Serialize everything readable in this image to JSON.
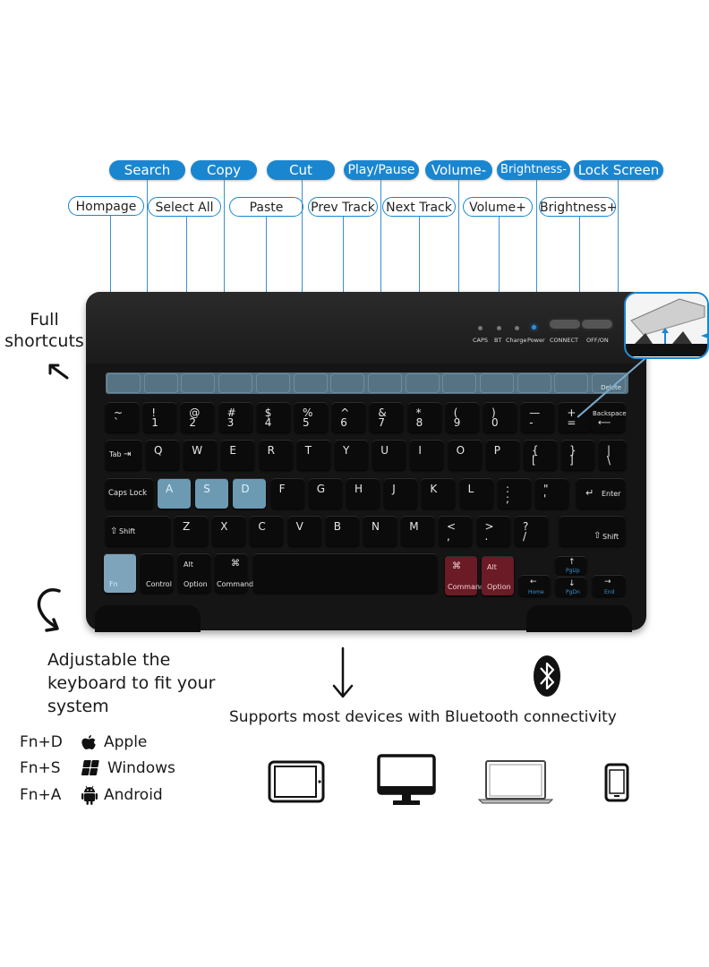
{
  "top_labels": [
    "Search",
    "Copy",
    "Cut",
    "Play/Pause",
    "Volume-",
    "Brightness-",
    "Lock Screen"
  ],
  "second_labels": [
    "Hompage",
    "Select All",
    "Paste",
    "Prev Track",
    "Next Track",
    "Volume+",
    "Brightness+"
  ],
  "side": {
    "full_shortcuts": "Full shortcuts",
    "adjustable": "Adjustable the keyboard to fit your system"
  },
  "indicators": [
    "CAPS",
    "BT",
    "Charge",
    "Power"
  ],
  "switches": [
    "CONNECT",
    "OFF/ON"
  ],
  "fn_keys": [
    "Hompage",
    "Search",
    "Select All",
    "Copy",
    "Paste",
    "Cut",
    "Prev",
    "Play",
    "Next",
    "Vol-",
    "Vol+",
    "Bright-",
    "Bright+",
    "Delete"
  ],
  "rows": {
    "num": [
      [
        "~",
        "`"
      ],
      [
        "!",
        "1"
      ],
      [
        "@",
        "2"
      ],
      [
        "#",
        "3"
      ],
      [
        "$",
        "4"
      ],
      [
        "%",
        "5"
      ],
      [
        "^",
        "6"
      ],
      [
        "&",
        "7"
      ],
      [
        "*",
        "8"
      ],
      [
        "(",
        "9"
      ],
      [
        ")",
        "0"
      ],
      [
        "—",
        "-"
      ],
      [
        "+",
        "="
      ]
    ],
    "backspace": "Backspace",
    "tab": "Tab",
    "q": [
      "Q",
      "W",
      "E",
      "R",
      "T",
      "Y",
      "U",
      "I",
      "O",
      "P"
    ],
    "q_extra": [
      [
        "{",
        "["
      ],
      [
        "}",
        "]"
      ],
      [
        "|",
        "\\"
      ]
    ],
    "caps": "Caps Lock",
    "a": [
      "A",
      "S",
      "D",
      "F",
      "G",
      "H",
      "J",
      "K",
      "L"
    ],
    "a_extra": [
      [
        ":",
        ";"
      ],
      [
        "\"",
        "'"
      ]
    ],
    "enter": "Enter",
    "shift": "Shift",
    "z": [
      "Z",
      "X",
      "C",
      "V",
      "B",
      "N",
      "M"
    ],
    "z_extra": [
      [
        "<",
        ","
      ],
      [
        ">",
        "."
      ],
      [
        "?",
        "/"
      ]
    ],
    "fn": "Fn",
    "control": "Control",
    "alt": "Alt",
    "option": "Option",
    "cmd": "⌘",
    "command": "Command",
    "arrows": {
      "home": "Home",
      "pgup": "PgUp",
      "pgdn": "PgDn",
      "end": "End"
    }
  },
  "bluetooth_caption": "Supports most devices with Bluetooth connectivity",
  "systems": [
    {
      "combo": "Fn+D",
      "icon": "apple-icon",
      "name": "Apple"
    },
    {
      "combo": "Fn+S",
      "icon": "windows-icon",
      "name": "Windows"
    },
    {
      "combo": "Fn+A",
      "icon": "android-icon",
      "name": "Android"
    }
  ],
  "colors": {
    "accent": "#1a86d0",
    "keyboard": "#151515",
    "highlight_key": "#6c9ab3",
    "red_key": "#6a1b25"
  }
}
